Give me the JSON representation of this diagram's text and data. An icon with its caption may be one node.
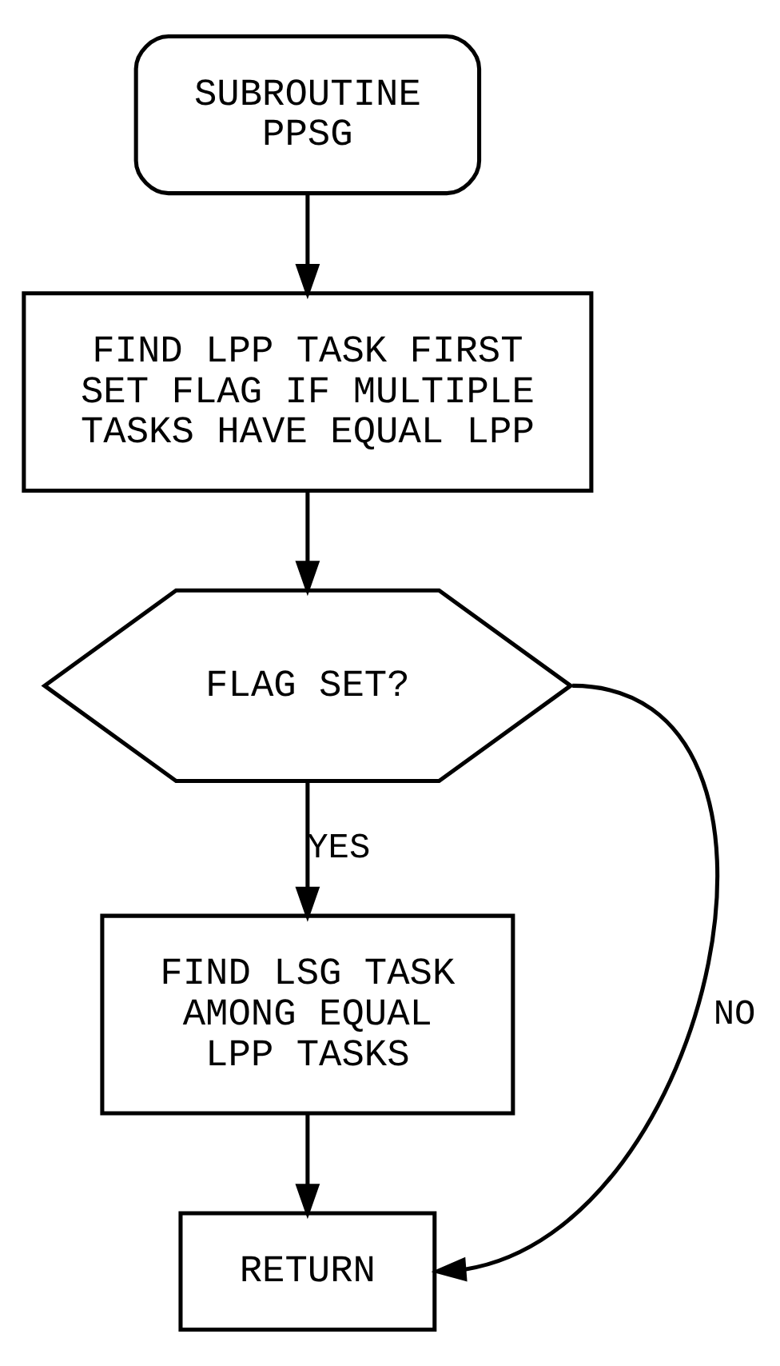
{
  "diagram": {
    "nodes": [
      {
        "text": [
          "SUBROUTINE PPSG"
        ]
      },
      {
        "text": [
          "FIND LPP TASK FIRST SET FLAG IF MULTIPLE TASKS HAVE EQUAL LPP"
        ]
      },
      {
        "text": [
          "FLAG SET?"
        ]
      },
      {
        "text": [
          "FIND LSG TASK AMONG EQUAL LPP TASKS"
        ]
      },
      {
        "text": [
          "RETURN"
        ]
      }
    ],
    "edges": [
      {
        "from": 0,
        "to": 1,
        "arrow": "to"
      },
      {
        "from": 1,
        "to": 2,
        "arrow": "to"
      },
      {
        "from": 2,
        "to": 3,
        "arrow": "to",
        "label": "YES"
      },
      {
        "from": 3,
        "to": 4,
        "arrow": "to"
      },
      {
        "from": 2,
        "to": 4,
        "arrow": "to",
        "label": "NO"
      }
    ]
  }
}
